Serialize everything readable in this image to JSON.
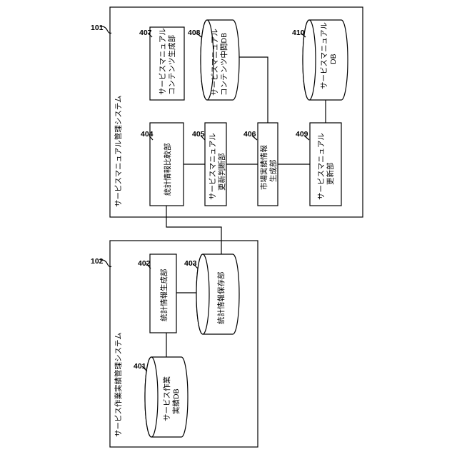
{
  "systems": {
    "s101": {
      "ref": "101",
      "title": "サービスマニュアル管理システム"
    },
    "s102": {
      "ref": "102",
      "title": "サービス作業実績管理システム"
    }
  },
  "blocks": {
    "b401": {
      "ref": "401",
      "line1": "サービス作業",
      "line2": "実績DB"
    },
    "b402": {
      "ref": "402",
      "line1": "統計情報生成部"
    },
    "b403": {
      "ref": "403",
      "line1": "統計情報保存部"
    },
    "b404": {
      "ref": "404",
      "line1": "統計情報比較部"
    },
    "b405": {
      "ref": "405",
      "line1": "サービスマニュアル",
      "line2": "更新判断部"
    },
    "b406": {
      "ref": "406",
      "line1": "市場実績情報",
      "line2": "生成部"
    },
    "b407": {
      "ref": "407",
      "line1": "サービスマニュアル",
      "line2": "コンテンツ生成部"
    },
    "b408": {
      "ref": "408",
      "line1": "サービスマニュアル",
      "line2": "コンテンツ中間DB"
    },
    "b409": {
      "ref": "409",
      "line1": "サービスマニュアル",
      "line2": "更新部"
    },
    "b410": {
      "ref": "410",
      "line1": "サービスマニュアル",
      "line2": "DB"
    }
  }
}
